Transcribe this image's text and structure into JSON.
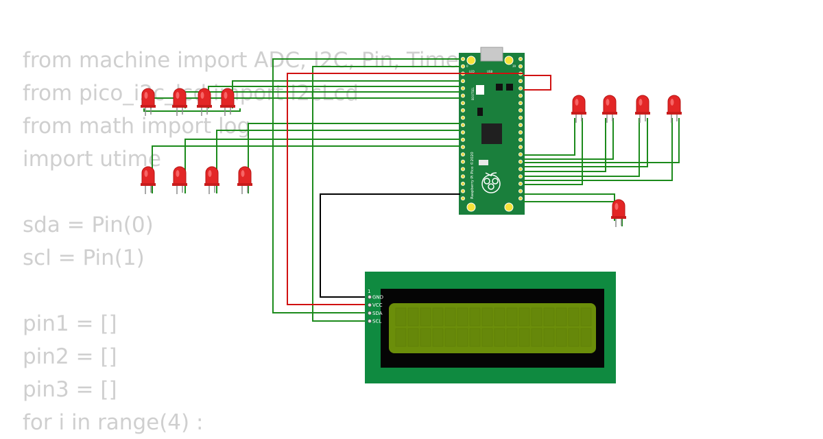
{
  "code_lines": [
    "from machine import ADC, I2C, Pin, Timer",
    "from pico_i2c_lcd import I2cLcd",
    "from math import log",
    "import utime",
    "",
    "sda = Pin(0)",
    "scl = Pin(1)",
    "",
    "pin1 = []",
    "pin2 = []",
    "pin3 = []",
    "for i in range(4) :"
  ],
  "pico": {
    "led_label": "LED",
    "usb_label": "USB",
    "bootsel_label": "BOOTSEL",
    "silk_text": "Raspberry Pi Pico ©2020",
    "pin_left_top": "0",
    "pin_right_top": "39"
  },
  "lcd": {
    "pin_index_label": "1",
    "pins": [
      "GND",
      "VCC",
      "SDA",
      "SCL"
    ]
  },
  "colors": {
    "wire": "#1b8a1b",
    "wire_power": "#d01010",
    "wire_ground": "#000000",
    "board_green": "#1a7f3c",
    "lcd_screen": "#6b8e0a",
    "led": "#e32626"
  }
}
